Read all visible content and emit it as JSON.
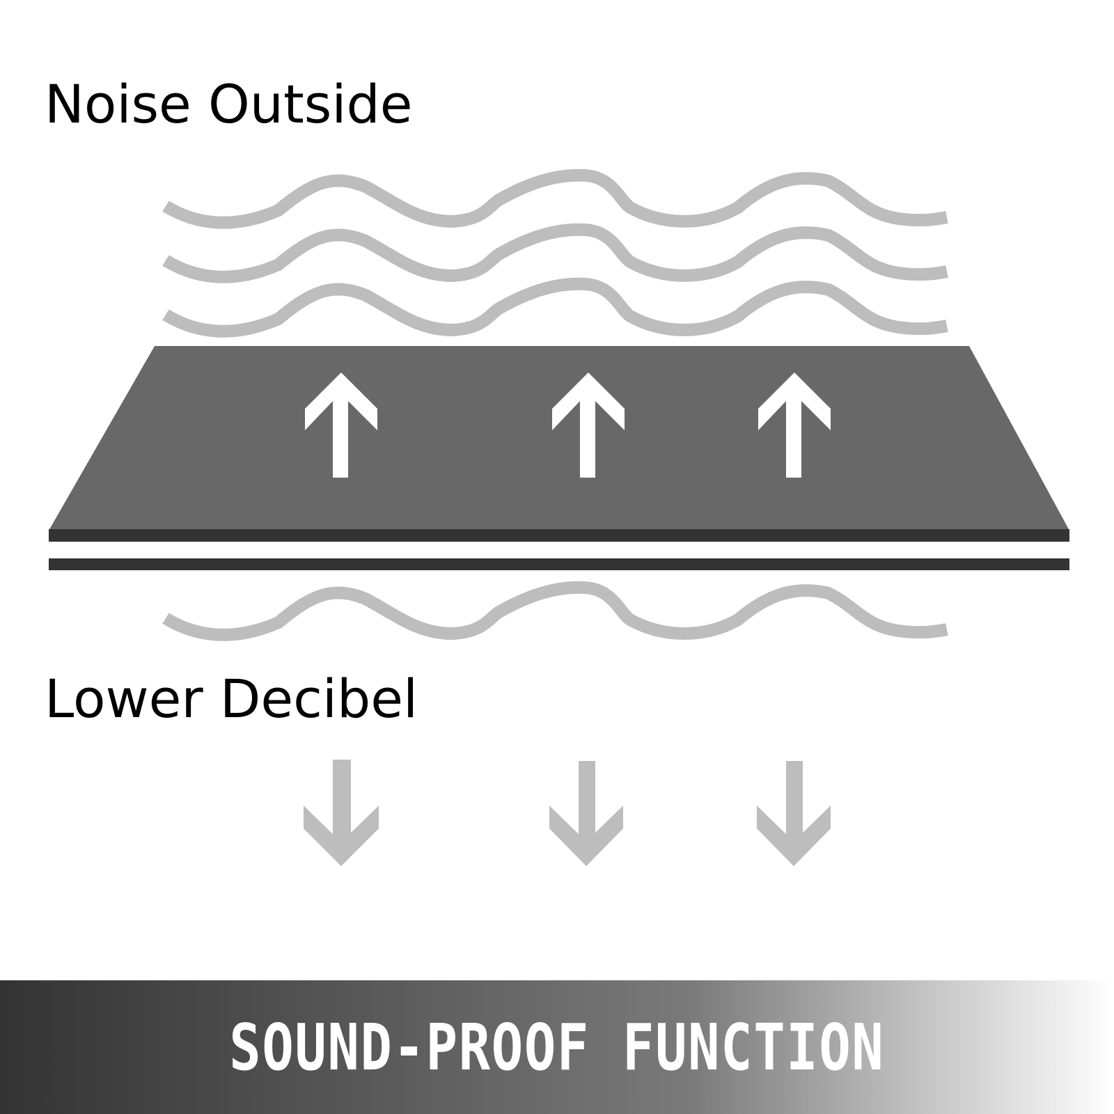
{
  "labels": {
    "top": "Noise Outside",
    "bottom": "Lower Decibel"
  },
  "banner": {
    "title": "SOUND-PROOF FUNCTION",
    "gradient_start": "#333333",
    "gradient_end": "#ffffff"
  },
  "colors": {
    "wave": "#bdbdbd",
    "panel": "#686868",
    "panel_edge": "#333333",
    "arrow_up": "#ffffff",
    "arrow_down": "#bdbdbd",
    "text": "#000000"
  },
  "icons": {
    "arrow_up": "arrow-up-icon",
    "arrow_down": "arrow-down-icon",
    "wave": "sound-wave-icon"
  }
}
